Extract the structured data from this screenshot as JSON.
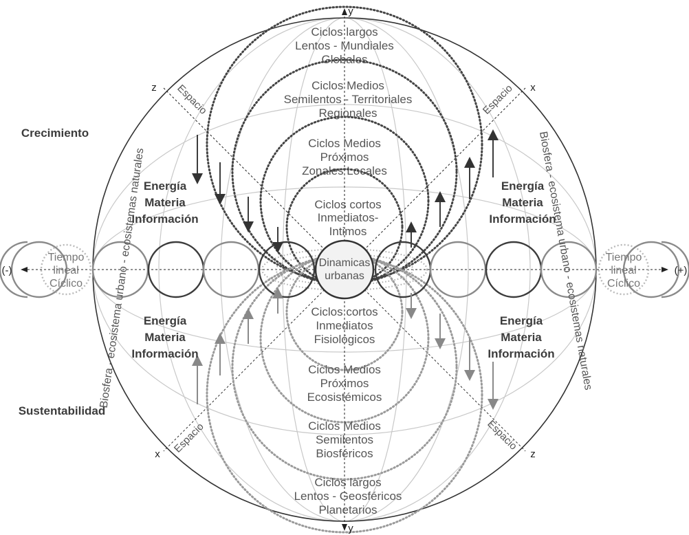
{
  "axes": {
    "y_top": "y",
    "y_bottom": "y",
    "z_top_left": "z",
    "x_top_right": "x",
    "x_bottom_left": "x",
    "z_bottom_right": "z",
    "minus": "(-)",
    "plus": "(+)"
  },
  "space_labels": [
    "Espacio",
    "Espacio",
    "Espacio",
    "Espacio"
  ],
  "side_labels": {
    "growth": "Crecimiento",
    "sustainability": "Sustentabilidad"
  },
  "biosphere": {
    "left": "Biosfera - ecosistema urbano - ecosistemas naturales",
    "right": "Biosfera - ecosistema urbano - ecosistemas naturales"
  },
  "time": {
    "left": [
      "Tiempo",
      "lineal",
      "Cíclico"
    ],
    "right": [
      "Tiempo",
      "lineal",
      "Cíclico"
    ]
  },
  "flows": {
    "top_left": [
      "Energía",
      "Materia",
      "Información"
    ],
    "top_right": [
      "Energía",
      "Materia",
      "Información"
    ],
    "bottom_left": [
      "Energía",
      "Materia",
      "Información"
    ],
    "bottom_right": [
      "Energía",
      "Materia",
      "Información"
    ]
  },
  "center": [
    "Dinamicas",
    "urbanas"
  ],
  "upper_cycles": [
    [
      "Ciclos largos",
      "Lentos - Mundiales",
      "Globales"
    ],
    [
      "Ciclos Medios",
      "Semilentos - Territoriales",
      "Regionales"
    ],
    [
      "Ciclos Medios",
      "Próximos",
      "Zonales Locales"
    ],
    [
      "Ciclos cortos",
      "Inmediatos-",
      "Intimos"
    ]
  ],
  "lower_cycles": [
    [
      "Ciclos cortos",
      "Inmediatos",
      "Fisiológicos"
    ],
    [
      "Ciclos Medios",
      "Próximos",
      "Ecosistémicos"
    ],
    [
      "Ciclos Medios",
      "Semilentos",
      "Biosféricos"
    ],
    [
      "Ciclos largos",
      "Lentos - Geosféricos",
      "Planetarios"
    ]
  ],
  "colors": {
    "dark": "#3c3c3c",
    "mid": "#8a8a8a",
    "light": "#b9b9b9"
  }
}
